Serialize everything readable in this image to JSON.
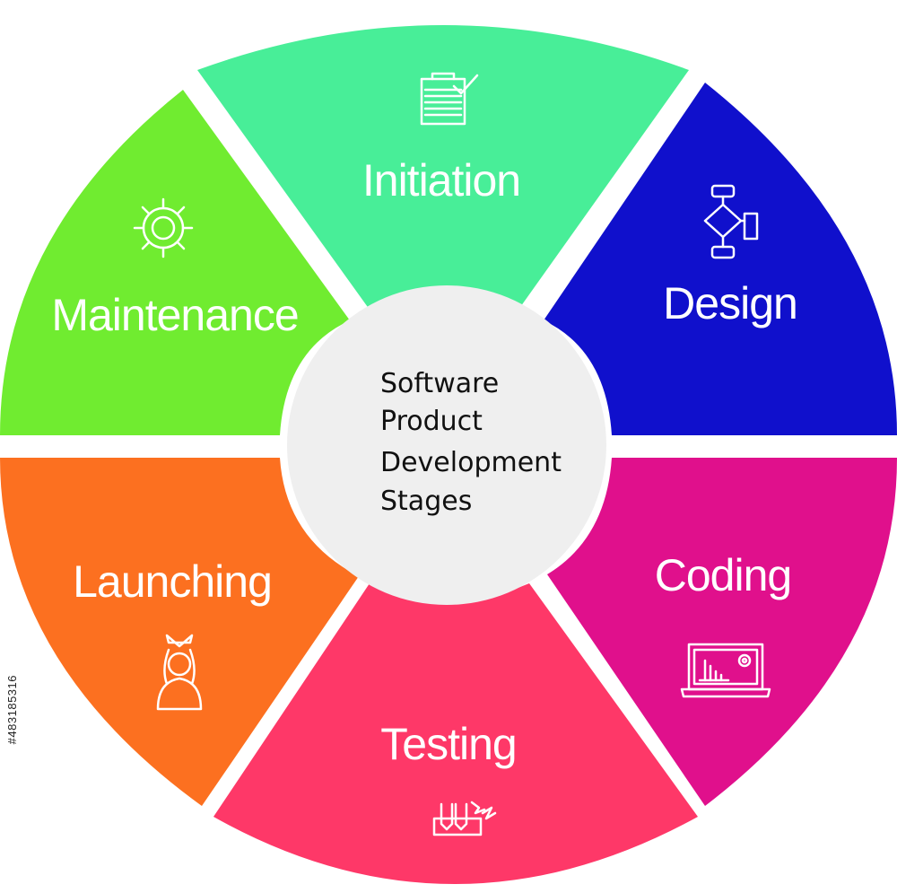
{
  "diagram": {
    "center": {
      "lines": [
        "Software",
        "Product",
        "Development",
        "Stages"
      ],
      "color": "#efefef"
    },
    "stages": [
      {
        "label": "Initiation",
        "color": "#48ee98",
        "icon": "clipboard-check-icon"
      },
      {
        "label": "Design",
        "color": "#1010cc",
        "icon": "flowchart-icon"
      },
      {
        "label": "Coding",
        "color": "#e0108c",
        "icon": "monitor-chart-gear-icon"
      },
      {
        "label": "Testing",
        "color": "#fe3868",
        "icon": "test-lab-icon"
      },
      {
        "label": "Launching",
        "color": "#fc7020",
        "icon": "user-launch-icon"
      },
      {
        "label": "Maintenance",
        "color": "#70ec30",
        "icon": "gear-icon"
      }
    ]
  },
  "stock_id": "#483185316"
}
